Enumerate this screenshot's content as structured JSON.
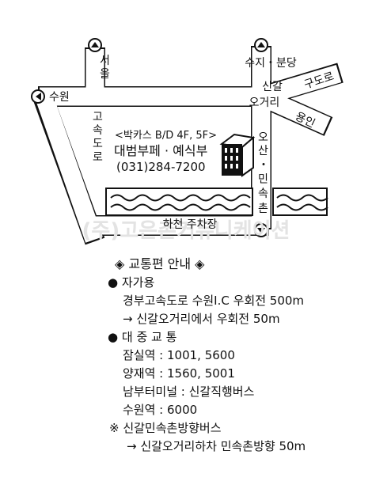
{
  "map": {
    "places": {
      "seoul": "서울",
      "suwon": "수원",
      "suji_bundang": "수지・분당",
      "singal_ogeori": [
        "신갈",
        "오거리"
      ],
      "gudoro": "구도로",
      "yongin": "용인",
      "gosokdoro": [
        "고",
        "속",
        "도",
        "로"
      ],
      "osan_minsokchon": [
        "오",
        "산",
        "・",
        "민",
        "속",
        "촌"
      ],
      "parking": "하천 주차장"
    },
    "venue": {
      "building": "<박카스 B/D 4F, 5F>",
      "name": "대범부페 · 예식부",
      "phone": "(031)284-7200"
    },
    "watermark": "(주)고은촌커뮤니케이션"
  },
  "directions": {
    "title": "◈ 교통편 안내 ◈",
    "car": {
      "label": "자가용",
      "lines": [
        "경부고속도로 수원I.C 우회전 500m",
        "→ 신갈오거리에서 우회전 50m"
      ]
    },
    "transit": {
      "label": "대 중 교 통",
      "lines": [
        "잠실역 : 1001, 5600",
        "양재역 : 1560, 5001",
        "남부터미널 : 신갈직행버스",
        "수원역 : 6000"
      ]
    },
    "note": {
      "label": "※ 신갈민속촌방향버스",
      "line": "→ 신갈오거리하차 민속촌방향 50m"
    }
  }
}
